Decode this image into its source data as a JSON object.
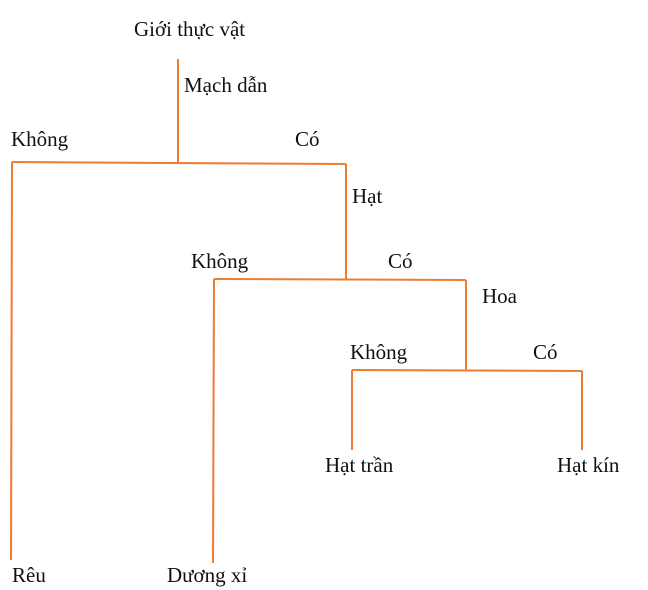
{
  "title": "Giới thực vật",
  "colors": {
    "line": "#ED7D31",
    "text": "#111111"
  },
  "nodes": {
    "level1": {
      "criterion": "Mạch dẫn",
      "no": "Không",
      "yes": "Có",
      "no_result": "Rêu"
    },
    "level2": {
      "criterion": "Hạt",
      "no": "Không",
      "yes": "Có",
      "no_result": "Dương xỉ"
    },
    "level3": {
      "criterion": "Hoa",
      "no": "Không",
      "yes": "Có",
      "no_result": "Hạt trần",
      "yes_result": "Hạt kín"
    }
  }
}
